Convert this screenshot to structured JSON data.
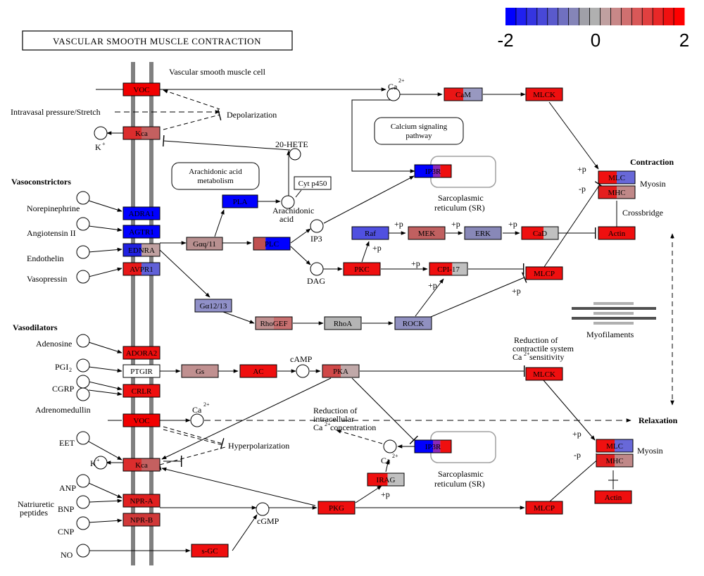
{
  "title": "VASCULAR SMOOTH MUSCLE CONTRACTION",
  "legend": {
    "min_label": "-2",
    "mid_label": "0",
    "max_label": "2",
    "colors": [
      "#0000ff",
      "#2020f0",
      "#3535e0",
      "#4848d8",
      "#5a5acc",
      "#7070c0",
      "#8585b8",
      "#a0a0a8",
      "#b0b0b0",
      "#c0a0a0",
      "#c88888",
      "#d07070",
      "#d85858",
      "#e04040",
      "#e82828",
      "#f01010",
      "#ff0000"
    ]
  },
  "colors": {
    "red": "#ef0f0f",
    "blue": "#0000ff",
    "gray": "#b8b8b8",
    "membrane": "#808080"
  },
  "genes": [
    {
      "label": "VOC",
      "fill": [
        [
          "#f00000",
          1
        ]
      ]
    },
    {
      "label": "CaM",
      "fill": [
        [
          "#ea1515",
          0.5
        ],
        [
          "#9898c0",
          0.5
        ]
      ]
    },
    {
      "label": "MLCK",
      "fill": [
        [
          "#ef0f0f",
          1
        ]
      ]
    },
    {
      "label": "Kca",
      "fill": [
        [
          "#dc2d2d",
          0.5
        ],
        [
          "#c46060",
          0.5
        ]
      ]
    },
    {
      "label": "IP3R",
      "fill": [
        [
          "#0000ff",
          0.5
        ],
        [
          "#8a28b8",
          0.2
        ],
        [
          "#ef0f0f",
          0.3
        ]
      ]
    },
    {
      "label": "MLC",
      "fill": [
        [
          "#f01010",
          0.5
        ],
        [
          "#6868d8",
          0.5
        ]
      ]
    },
    {
      "label": "MHC",
      "fill": [
        [
          "#e41e1e",
          0.5
        ],
        [
          "#c08888",
          0.5
        ]
      ]
    },
    {
      "label": "PLA",
      "fill": [
        [
          "#0000ff",
          1
        ]
      ]
    },
    {
      "label": "ADRA1",
      "fill": [
        [
          "#0000ff",
          1
        ]
      ]
    },
    {
      "label": "AGTR1",
      "fill": [
        [
          "#0000ff",
          1
        ]
      ]
    },
    {
      "label": "EDNRA",
      "fill": [
        [
          "#2020e0",
          0.5
        ],
        [
          "#c0a0a0",
          0.5
        ]
      ]
    },
    {
      "label": "AVPR1",
      "fill": [
        [
          "#e81717",
          0.5
        ],
        [
          "#6060d8",
          0.5
        ]
      ]
    },
    {
      "label": "Gαq/11",
      "fill": [
        [
          "#b89090",
          1
        ]
      ]
    },
    {
      "label": "PLC",
      "fill": [
        [
          "#c05050",
          0.33
        ],
        [
          "#0000ff",
          0.67
        ]
      ]
    },
    {
      "label": "Raf",
      "fill": [
        [
          "#5050e0",
          1
        ]
      ]
    },
    {
      "label": "MEK",
      "fill": [
        [
          "#c06060",
          1
        ]
      ]
    },
    {
      "label": "ERK",
      "fill": [
        [
          "#8888b8",
          1
        ]
      ]
    },
    {
      "label": "CaD",
      "fill": [
        [
          "#ef0f0f",
          0.6
        ],
        [
          "#c0c0c0",
          0.4
        ]
      ]
    },
    {
      "label": "Actin",
      "fill": [
        [
          "#ef0f0f",
          1
        ]
      ]
    },
    {
      "label": "PKC",
      "fill": [
        [
          "#ef0f0f",
          1
        ]
      ]
    },
    {
      "label": "CPI-17",
      "fill": [
        [
          "#ef0f0f",
          0.6
        ],
        [
          "#c0c0c0",
          0.4
        ]
      ]
    },
    {
      "label": "MLCP",
      "fill": [
        [
          "#ef0f0f",
          1
        ]
      ]
    },
    {
      "label": "Gα12/13",
      "fill": [
        [
          "#9090c8",
          1
        ]
      ]
    },
    {
      "label": "RhoGEF",
      "fill": [
        [
          "#c09090",
          0.5
        ],
        [
          "#c87070",
          0.5
        ]
      ]
    },
    {
      "label": "RhoA",
      "fill": [
        [
          "#b4b4b4",
          1
        ]
      ]
    },
    {
      "label": "ROCK",
      "fill": [
        [
          "#9090c0",
          1
        ]
      ]
    },
    {
      "label": "ADORA2",
      "fill": [
        [
          "#ef0f0f",
          1
        ]
      ]
    },
    {
      "label": "PTGIR",
      "fill": [
        [
          "#ffffff",
          1
        ]
      ]
    },
    {
      "label": "Gs",
      "fill": [
        [
          "#c09090",
          1
        ]
      ]
    },
    {
      "label": "AC",
      "fill": [
        [
          "#ef0f0f",
          1
        ]
      ]
    },
    {
      "label": "PKA",
      "fill": [
        [
          "#d04848",
          0.5
        ],
        [
          "#c0a8a8",
          0.5
        ]
      ]
    },
    {
      "label": "CRLR",
      "fill": [
        [
          "#ef0f0f",
          1
        ]
      ]
    },
    {
      "label": "NPR-A",
      "fill": [
        [
          "#e02020",
          1
        ]
      ]
    },
    {
      "label": "NPR-B",
      "fill": [
        [
          "#d03838",
          1
        ]
      ]
    },
    {
      "label": "IRAG",
      "fill": [
        [
          "#ef0f0f",
          0.55
        ],
        [
          "#c0c0c0",
          0.45
        ]
      ]
    },
    {
      "label": "PKG",
      "fill": [
        [
          "#ef0f0f",
          1
        ]
      ]
    },
    {
      "label": "s-GC",
      "fill": [
        [
          "#ef0f0f",
          1
        ]
      ]
    }
  ],
  "labels": {
    "cell": "Vascular smooth muscle cell",
    "pressure": "Intravasal pressure/Stretch",
    "depolarization": "Depolarization",
    "k_plus": "K",
    "ca": "Ca",
    "charge_2plus": "2+",
    "charge_plus": "+",
    "hete": "20-HETE",
    "calcium_pathway_l1": "Calcium signaling",
    "calcium_pathway_l2": "pathway",
    "arach_meta_l1": "Arachidonic acid",
    "arach_meta_l2": "metabolism",
    "cyt": "Cyt p450",
    "arach_acid_l1": "Arachidonic",
    "arach_acid_l2": "acid",
    "sr_l1": "Sarcoplasmic",
    "sr_l2": "reticulum (SR)",
    "contraction": "Contraction",
    "myosin": "Myosin",
    "crossbridge": "Crossbridge",
    "vasoconstrictors": "Vasoconstrictors",
    "norepinephrine": "Norepinephrine",
    "angiotensin": "Angiotensin II",
    "endothelin": "Endothelin",
    "vasopressin": "Vasopressin",
    "ip3": "IP3",
    "dag": "DAG",
    "plus_p": "+p",
    "minus_p": "-p",
    "myofilaments": "Myofilaments",
    "vasodilators": "Vasodilators",
    "adenosine": "Adenosine",
    "pgi2": "PGI",
    "sub2": "2",
    "cgrp": "CGRP",
    "adrenomedullin": "Adrenomedullin",
    "camp": "cAMP",
    "reduction_contractile_l1": "Reduction of",
    "reduction_contractile_l2": "contractile system",
    "reduction_contractile_l3": "sensitivity",
    "reduction_ca_l1": "Reduction of",
    "reduction_ca_l2": "intracellular",
    "reduction_ca_l3": "concentration",
    "relaxation": "Relaxation",
    "eet": "EET",
    "hyperpolarization": "Hyperpolarization",
    "anp": "ANP",
    "bnp": "BNP",
    "cnp": "CNP",
    "natriuretic_l1": "Natriuretic",
    "natriuretic_l2": "peptides",
    "cgmp": "cGMP",
    "no": "NO"
  }
}
